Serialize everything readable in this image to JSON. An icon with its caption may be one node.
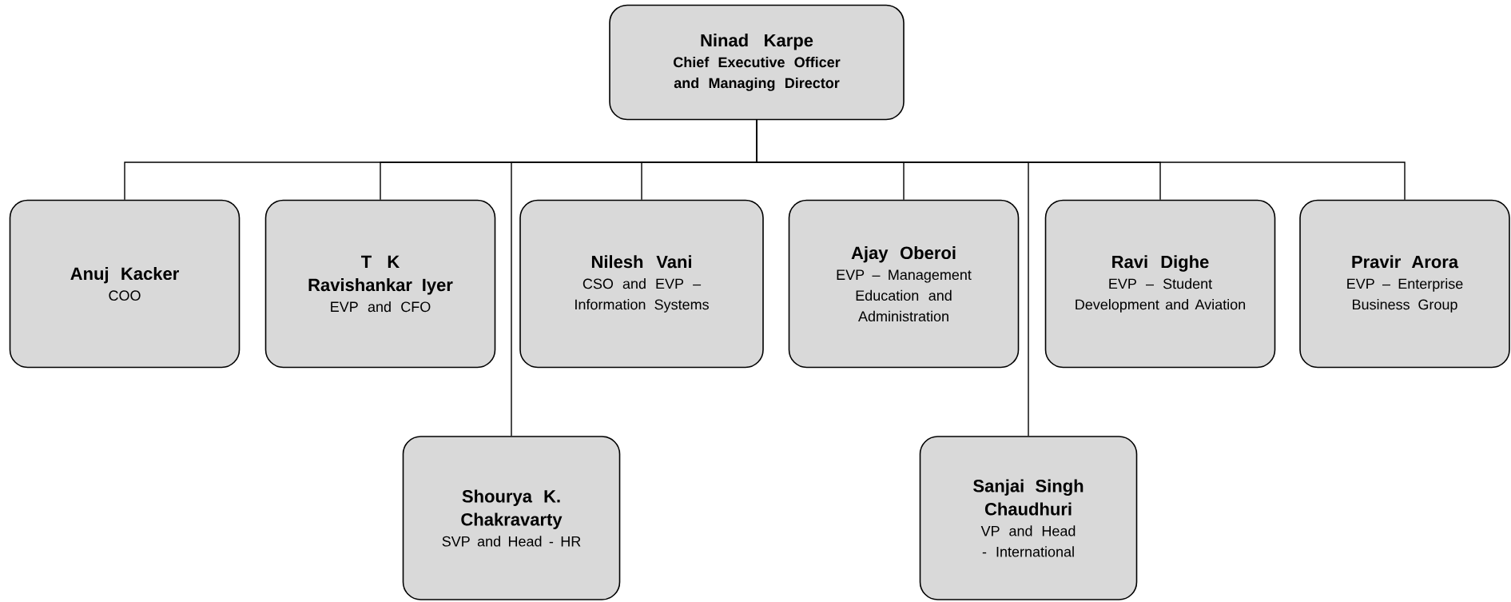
{
  "diagram": {
    "nodes": [
      {
        "text": [
          "Ninad Karpe",
          "Chief Executive Officer and Managing Director"
        ]
      },
      {
        "text": [
          "Anuj Kacker",
          "COO"
        ]
      },
      {
        "text": [
          "T K Ravishankar Iyer",
          "EVP and CFO"
        ]
      },
      {
        "text": [
          "Shourya K. Chakravarty",
          "SVP and Head - HR"
        ]
      },
      {
        "text": [
          "Nilesh Vani",
          "CSO and EVP – Information Systems"
        ]
      },
      {
        "text": [
          "Ajay Oberoi",
          "EVP – Management Education and Administration"
        ]
      },
      {
        "text": [
          "Sanjai Singh Chaudhuri",
          "VP and Head - International"
        ]
      },
      {
        "text": [
          "Ravi Dighe",
          "EVP – Student Development and Aviation"
        ]
      },
      {
        "text": [
          "Pravir Arora",
          "EVP – Enterprise Business Group"
        ]
      }
    ],
    "edges": [
      {
        "from": 0,
        "to": 1,
        "arrow": "none"
      },
      {
        "from": 0,
        "to": 2,
        "arrow": "none"
      },
      {
        "from": 0,
        "to": 3,
        "arrow": "none"
      },
      {
        "from": 0,
        "to": 4,
        "arrow": "none"
      },
      {
        "from": 0,
        "to": 5,
        "arrow": "none"
      },
      {
        "from": 0,
        "to": 6,
        "arrow": "none"
      },
      {
        "from": 0,
        "to": 7,
        "arrow": "none"
      },
      {
        "from": 0,
        "to": 8,
        "arrow": "none"
      }
    ]
  }
}
